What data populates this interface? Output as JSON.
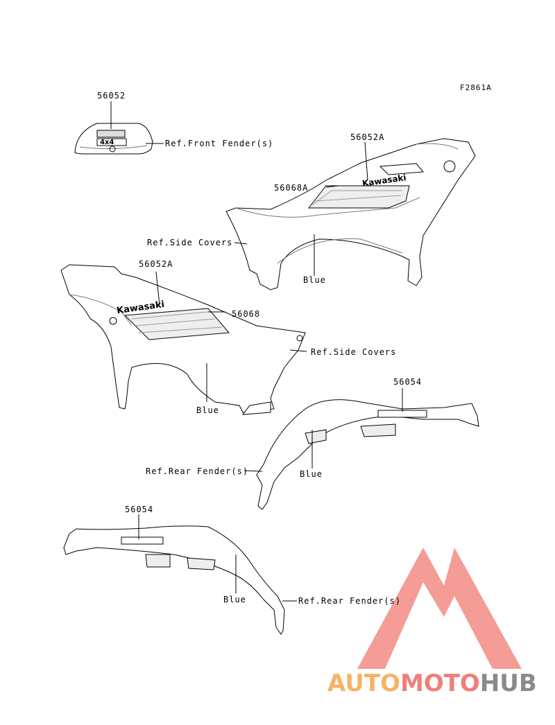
{
  "figure_code": "F2861A",
  "parts": {
    "p1": "56052",
    "p2": "56052A",
    "p3": "56068A",
    "p4": "56052A",
    "p5": "56068",
    "p6": "56054",
    "p7": "56054"
  },
  "refs": {
    "front_fender": "Ref.Front Fender(s)",
    "side_covers_1": "Ref.Side Covers",
    "side_covers_2": "Ref.Side Covers",
    "rear_fender_1": "Ref.Rear Fender(s)",
    "rear_fender_2": "Ref.Rear Fender(s)"
  },
  "colors_text": {
    "blue_1": "Blue",
    "blue_2": "Blue",
    "blue_3": "Blue",
    "blue_4": "Blue"
  },
  "decals": {
    "kawasaki_1": "Kawasaki",
    "kawasaki_2": "Kawasaki",
    "drive": "4x4"
  },
  "watermark": {
    "part_a": "AUTO",
    "part_b": "MOTO",
    "part_c": "HUB",
    "color_a": "#f7b267",
    "color_b": "#ef7f7a",
    "color_c": "#8a8a8a",
    "logo_color": "#f28b82"
  }
}
